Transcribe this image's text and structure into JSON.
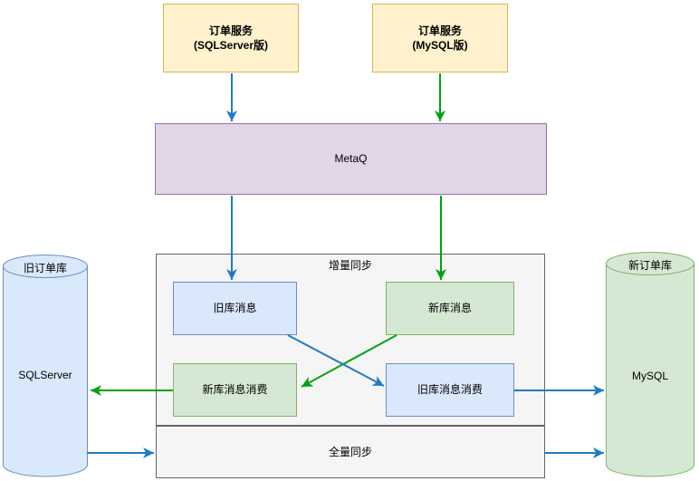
{
  "diagram": {
    "nodes": {
      "service_sqlserver": {
        "line1": "订单服务",
        "line2": "(SQLServer版)"
      },
      "service_mysql": {
        "line1": "订单服务",
        "line2": "(MySQL版)"
      },
      "metaq": {
        "label": "MetaQ"
      },
      "incremental_sync": {
        "label": "增量同步"
      },
      "full_sync": {
        "label": "全量同步"
      },
      "old_db_message": {
        "label": "旧库消息"
      },
      "new_db_message": {
        "label": "新库消息"
      },
      "new_db_message_consumer": {
        "label": "新库消息消费"
      },
      "old_db_message_consumer": {
        "label": "旧库消息消费"
      },
      "old_order_db": {
        "name": "旧订单库",
        "engine": "SQLServer"
      },
      "new_order_db": {
        "name": "新订单库",
        "engine": "MySQL"
      }
    },
    "colors": {
      "service_fill": "#FFF2CC",
      "service_border": "#D6B656",
      "metaq_fill": "#E1D5E7",
      "metaq_border": "#9673A6",
      "blue_fill": "#DAE8FC",
      "blue_border": "#6C8EBF",
      "green_fill": "#D5E8D4",
      "green_border": "#82B366",
      "group_fill": "#F5F5F5",
      "group_border": "#666666",
      "arrow_blue": "#1E7CC5",
      "arrow_green": "#00A310"
    }
  }
}
